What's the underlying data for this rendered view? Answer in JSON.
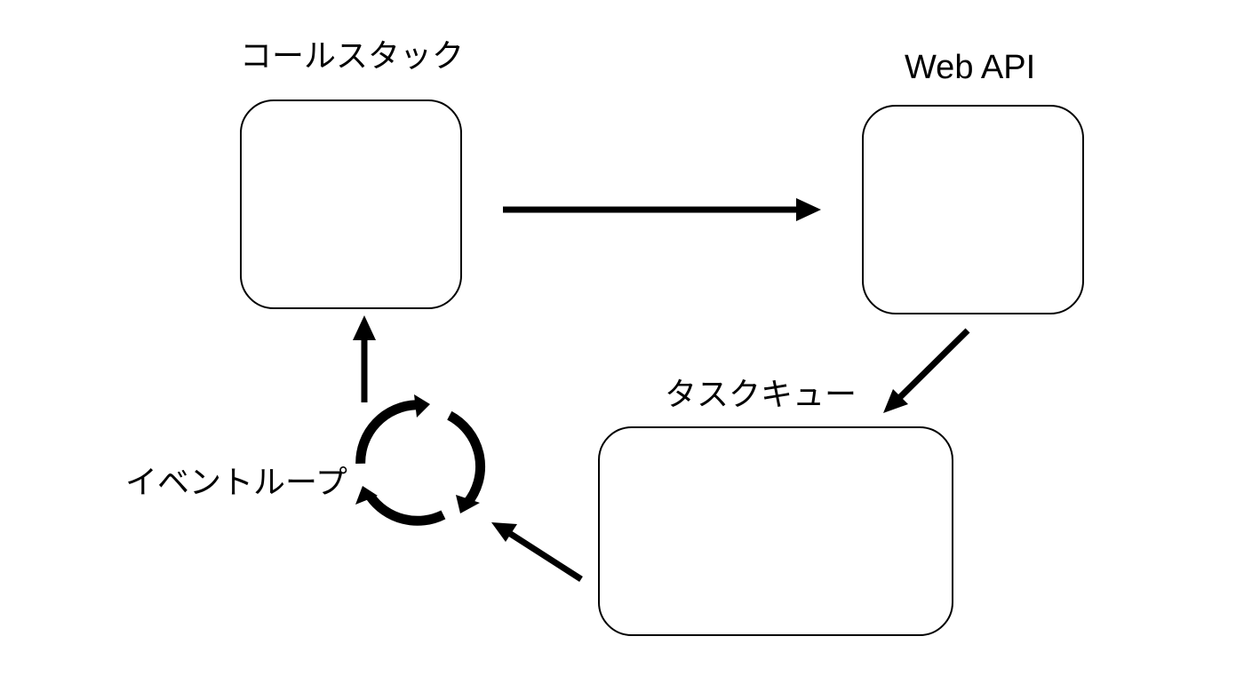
{
  "diagram": {
    "nodes": {
      "call_stack": "コールスタック",
      "web_api": "Web API",
      "task_queue": "タスクキュー",
      "event_loop": "イベントループ"
    },
    "edges": [
      {
        "from": "call_stack",
        "to": "web_api"
      },
      {
        "from": "web_api",
        "to": "task_queue"
      },
      {
        "from": "task_queue",
        "to": "event_loop"
      },
      {
        "from": "event_loop",
        "to": "call_stack"
      }
    ],
    "colors": {
      "stroke": "#000000",
      "background": "#ffffff"
    },
    "icons": {
      "event_loop": "cycle-arrows-icon"
    }
  }
}
